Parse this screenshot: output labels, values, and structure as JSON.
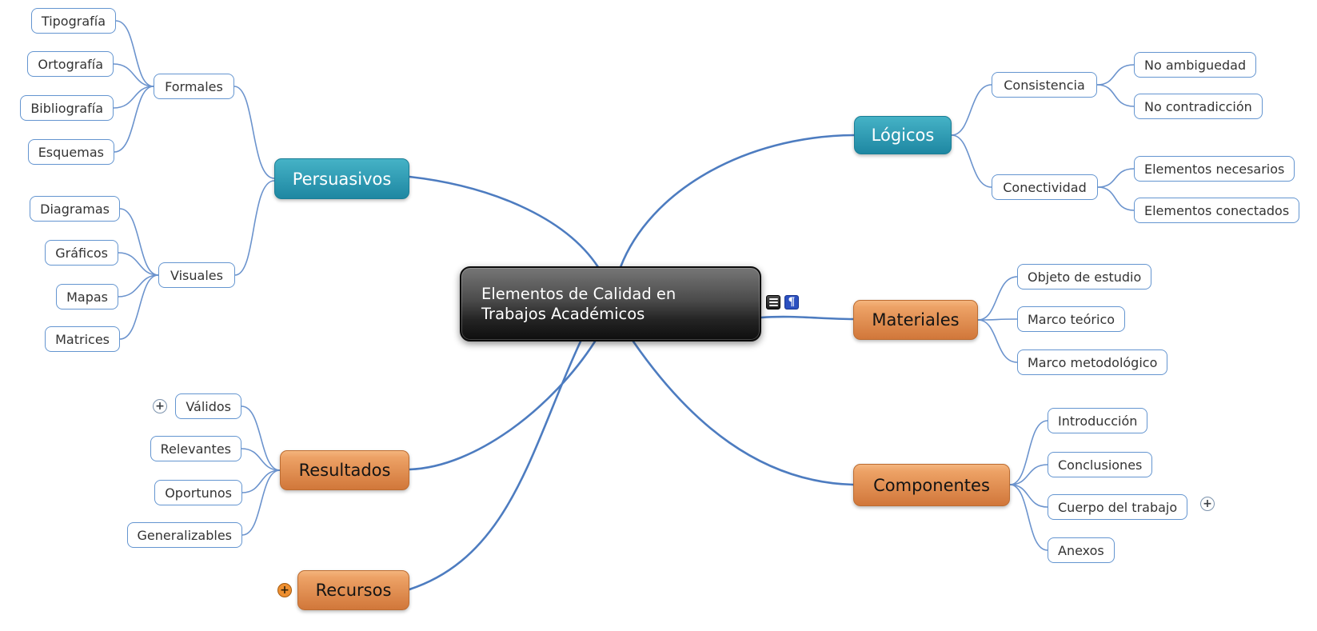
{
  "root": {
    "label": "Elementos de Calidad en Trabajos Académicos",
    "line1": "Elementos de Calidad en",
    "line2": "Trabajos Académicos",
    "markers": [
      {
        "name": "notes-icon"
      },
      {
        "name": "pilcrow-icon",
        "glyph": "¶"
      }
    ]
  },
  "expand_glyph": "+",
  "branches": [
    {
      "label": "Persuasivos",
      "color": "teal",
      "children": [
        {
          "label": "Formales",
          "children": [
            {
              "label": "Tipografía"
            },
            {
              "label": "Ortografía"
            },
            {
              "label": "Bibliografía"
            },
            {
              "label": "Esquemas"
            }
          ]
        },
        {
          "label": "Visuales",
          "children": [
            {
              "label": "Diagramas"
            },
            {
              "label": "Gráficos"
            },
            {
              "label": "Mapas"
            },
            {
              "label": "Matrices"
            }
          ]
        }
      ]
    },
    {
      "label": "Lógicos",
      "color": "teal",
      "children": [
        {
          "label": "Consistencia",
          "children": [
            {
              "label": "No ambiguedad"
            },
            {
              "label": "No contradicción"
            }
          ]
        },
        {
          "label": "Conectividad",
          "children": [
            {
              "label": "Elementos necesarios"
            },
            {
              "label": "Elementos conectados"
            }
          ]
        }
      ]
    },
    {
      "label": "Materiales",
      "color": "orange",
      "children": [
        {
          "label": "Objeto de estudio"
        },
        {
          "label": "Marco teórico"
        },
        {
          "label": "Marco metodológico"
        }
      ]
    },
    {
      "label": "Componentes",
      "color": "orange",
      "children": [
        {
          "label": "Introducción"
        },
        {
          "label": "Conclusiones"
        },
        {
          "label": "Cuerpo del trabajo",
          "collapsed_children": true
        },
        {
          "label": "Anexos"
        }
      ]
    },
    {
      "label": "Resultados",
      "color": "orange",
      "children": [
        {
          "label": "Válidos",
          "collapsed_children": true
        },
        {
          "label": "Relevantes"
        },
        {
          "label": "Oportunos"
        },
        {
          "label": "Generalizables"
        }
      ]
    },
    {
      "label": "Recursos",
      "color": "orange",
      "collapsed_children": true
    }
  ],
  "colors": {
    "teal-top": "#45b2c6",
    "teal-bottom": "#1e87a2",
    "teal-border": "#1a7e96",
    "orange-top": "#eda266",
    "orange-bottom": "#d1773a",
    "orange-border": "#bc6c31",
    "line": "#4d7cc0",
    "line-thin": "#6b93cd",
    "leaf-border": "#6495d0",
    "text": "#333333"
  }
}
